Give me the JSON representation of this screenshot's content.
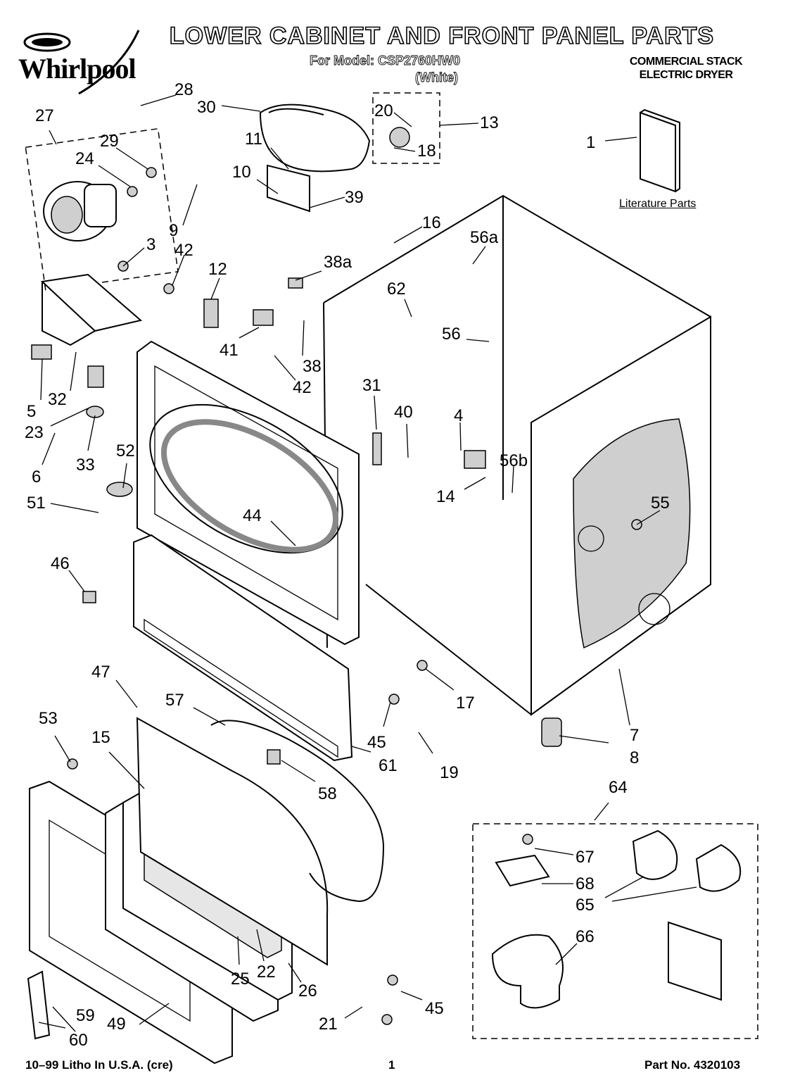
{
  "brand": {
    "logo_text": "Whirlpool"
  },
  "header": {
    "title": "LOWER CABINET AND FRONT PANEL PARTS",
    "model_line": "For Model: CSP2760HW0",
    "color_line": "(White)",
    "product_line1": "COMMERCIAL STACK",
    "product_line2": "ELECTRIC DRYER"
  },
  "literature_label": "Literature Parts",
  "callouts": [
    "28",
    "30",
    "20",
    "13",
    "27",
    "11",
    "18",
    "29",
    "24",
    "10",
    "39",
    "1",
    "9",
    "16",
    "3",
    "42",
    "56a",
    "12",
    "38a",
    "62",
    "56",
    "32",
    "41",
    "38",
    "42",
    "5",
    "31",
    "40",
    "23",
    "4",
    "6",
    "33",
    "56b",
    "52",
    "14",
    "55",
    "51",
    "44",
    "46",
    "47",
    "57",
    "17",
    "53",
    "45",
    "61",
    "7",
    "15",
    "19",
    "8",
    "58",
    "64",
    "67",
    "68",
    "65",
    "66",
    "25",
    "22",
    "26",
    "45",
    "59",
    "49",
    "21",
    "60"
  ],
  "footer": {
    "left": "10–99 Litho In U.S.A. (cre)",
    "page": "1",
    "right": "Part No. 4320103"
  }
}
